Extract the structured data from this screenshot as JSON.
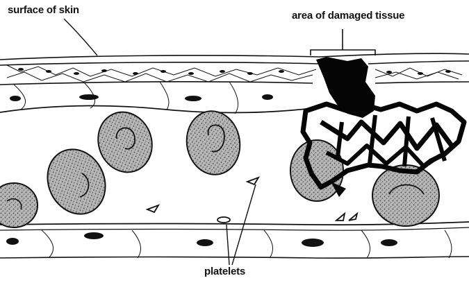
{
  "labels": {
    "surface_of_skin": "surface of skin",
    "area_of_damaged_tissue": "area of damaged tissue",
    "platelets": "platelets"
  },
  "colors": {
    "ink": "#111111",
    "cell_fill": "#9a9a9a",
    "clot": "#050505",
    "background": "#ffffff"
  }
}
